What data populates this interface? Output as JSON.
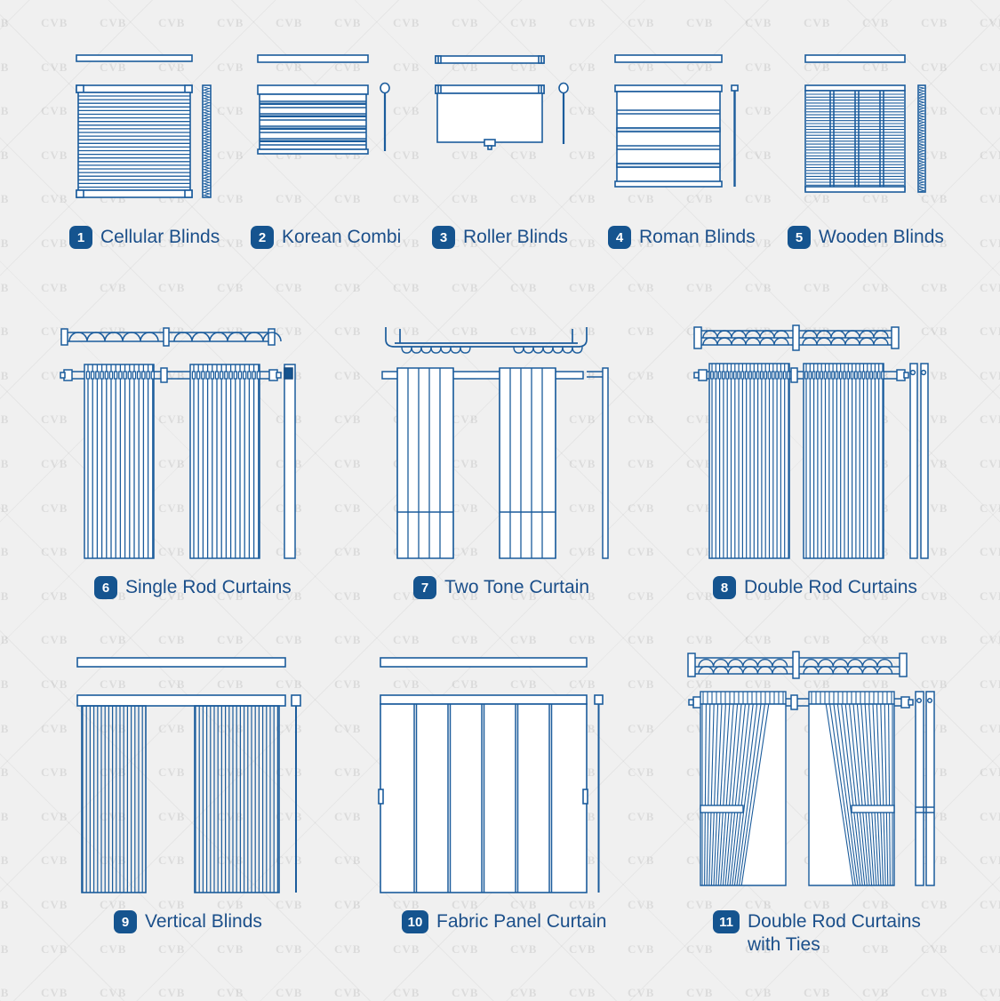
{
  "background": {
    "color": "#f0f0f0",
    "watermark_text": "CVB",
    "watermark_pattern": "diagonal-cross-grid"
  },
  "theme": {
    "line_color": "#1b5c9c",
    "line_color_dark": "#154a80",
    "badge_color": "#15548f",
    "badge_text_color": "#ffffff",
    "label_text_color": "#1b4f8a",
    "fill_color": "#ffffff"
  },
  "items": [
    {
      "number": "1",
      "label": "Cellular Blinds",
      "row": 1,
      "col": 1,
      "views": [
        "plan",
        "elevation",
        "section"
      ]
    },
    {
      "number": "2",
      "label": "Korean Combi",
      "row": 1,
      "col": 2,
      "views": [
        "plan",
        "elevation",
        "chain"
      ]
    },
    {
      "number": "3",
      "label": "Roller Blinds",
      "row": 1,
      "col": 3,
      "views": [
        "plan",
        "elevation",
        "chain"
      ]
    },
    {
      "number": "4",
      "label": "Roman Blinds",
      "row": 1,
      "col": 4,
      "views": [
        "plan",
        "elevation",
        "chain"
      ]
    },
    {
      "number": "5",
      "label": "Wooden Blinds",
      "row": 1,
      "col": 5,
      "views": [
        "plan",
        "elevation",
        "section"
      ]
    },
    {
      "number": "6",
      "label": "Single Rod Curtains",
      "row": 2,
      "col": 1,
      "views": [
        "plan",
        "elevation",
        "section"
      ]
    },
    {
      "number": "7",
      "label": "Two Tone Curtain",
      "row": 2,
      "col": 2,
      "views": [
        "plan",
        "elevation",
        "section"
      ]
    },
    {
      "number": "8",
      "label": "Double Rod Curtains",
      "row": 2,
      "col": 3,
      "views": [
        "plan",
        "elevation",
        "section"
      ]
    },
    {
      "number": "9",
      "label": "Vertical Blinds",
      "row": 3,
      "col": 1,
      "views": [
        "plan",
        "elevation",
        "section"
      ]
    },
    {
      "number": "10",
      "label": "Fabric Panel Curtain",
      "row": 3,
      "col": 2,
      "views": [
        "plan",
        "elevation",
        "section"
      ]
    },
    {
      "number": "11",
      "label": "Double Rod Curtains\nwith Ties",
      "row": 3,
      "col": 3,
      "views": [
        "plan",
        "elevation",
        "section"
      ]
    }
  ]
}
